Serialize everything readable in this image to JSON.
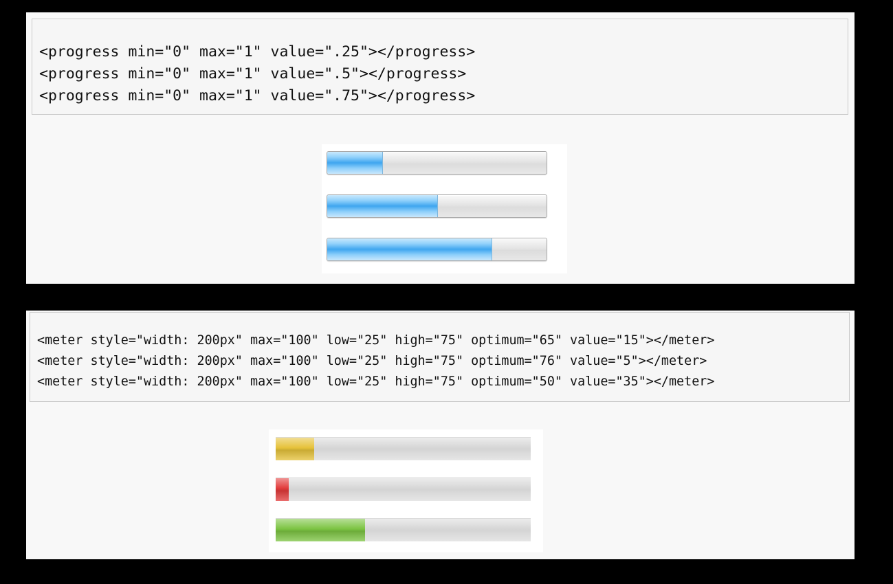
{
  "progress_section": {
    "code_lines": [
      "<progress min=\"0\" max=\"1\" value=\".25\"></progress>",
      "<progress min=\"0\" max=\"1\" value=\".5\"></progress>",
      "<progress min=\"0\" max=\"1\" value=\".75\"></progress>"
    ],
    "bars": [
      {
        "value": 0.25,
        "max": 1
      },
      {
        "value": 0.5,
        "max": 1
      },
      {
        "value": 0.75,
        "max": 1
      }
    ],
    "fill_color": "#4aa8ef"
  },
  "meter_section": {
    "code_lines": [
      "<meter style=\"width: 200px\" max=\"100\" low=\"25\" high=\"75\" optimum=\"65\" value=\"15\"></meter>",
      "<meter style=\"width: 200px\" max=\"100\" low=\"25\" high=\"75\" optimum=\"76\" value=\"5\"></meter>",
      "<meter style=\"width: 200px\" max=\"100\" low=\"25\" high=\"75\" optimum=\"50\" value=\"35\"></meter>"
    ],
    "bars": [
      {
        "value": 15,
        "max": 100,
        "color": "#e6c23a"
      },
      {
        "value": 5,
        "max": 100,
        "color": "#e23b3b"
      },
      {
        "value": 35,
        "max": 100,
        "color": "#7cc442"
      }
    ]
  }
}
